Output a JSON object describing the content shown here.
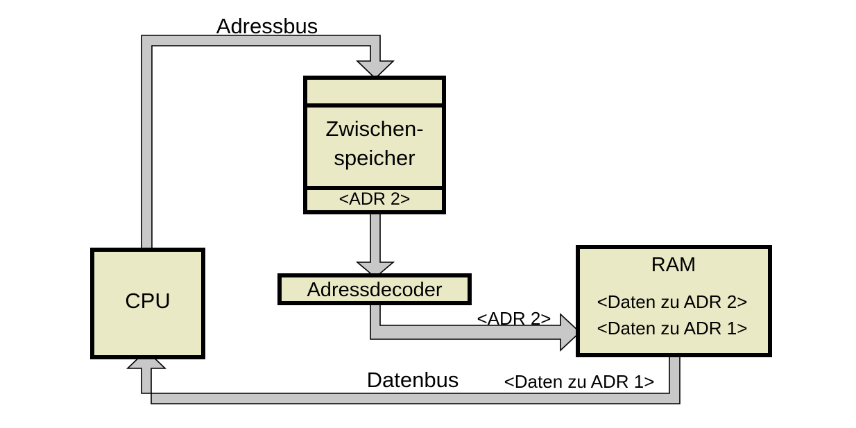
{
  "diagram": {
    "title_bus_address": "Adressbus",
    "title_bus_data": "Datenbus",
    "colors": {
      "box_fill": "#e9e9c6",
      "box_border": "#000000",
      "bus_fill": "#c8c8c8",
      "bus_border": "#000000",
      "text": "#000000",
      "background": "#ffffff"
    },
    "nodes": [
      {
        "id": "cpu",
        "name": "CPU",
        "label": "CPU"
      },
      {
        "id": "zwischenspeicher",
        "name": "Zwischenspeicher",
        "label_line1": "Zwischen-",
        "label_line2": "speicher",
        "top_slot": "",
        "bottom_slot": "<ADR 2>"
      },
      {
        "id": "adressdecoder",
        "name": "Adressdecoder",
        "label": "Adressdecoder"
      },
      {
        "id": "ram",
        "name": "RAM",
        "label": "RAM",
        "row1": "<Daten zu ADR 2>",
        "row2": "<Daten zu ADR 1>"
      }
    ],
    "edges": [
      {
        "id": "address-bus",
        "from": "cpu",
        "to": "zwischenspeicher",
        "label": "Adressbus"
      },
      {
        "id": "zwischenspeicher-to-decoder",
        "from": "zwischenspeicher",
        "to": "adressdecoder",
        "label": ""
      },
      {
        "id": "decoder-to-ram",
        "from": "adressdecoder",
        "to": "ram",
        "label": "<ADR 2>"
      },
      {
        "id": "data-bus",
        "from": "ram",
        "to": "cpu",
        "label": "Datenbus",
        "label2": "<Daten zu ADR 1>"
      }
    ]
  }
}
